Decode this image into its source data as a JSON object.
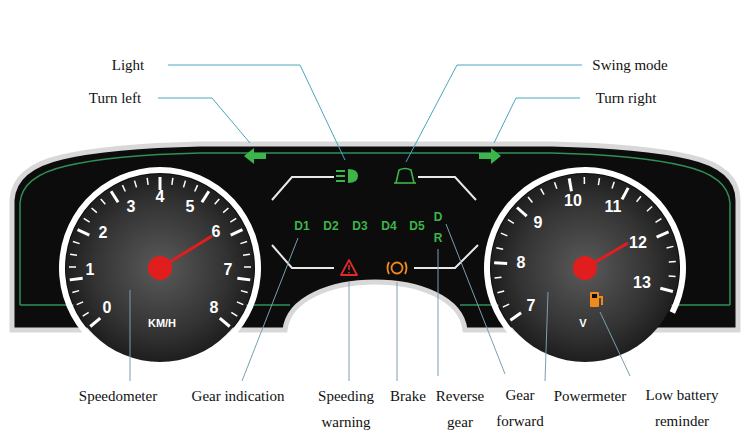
{
  "diagram": {
    "labels": [
      "Light",
      "Turn left",
      "Swing mode",
      "Turn right",
      "0",
      "1",
      "2",
      "3",
      "4",
      "5",
      "6",
      "7",
      "8",
      "KM/H",
      "D1",
      "D2",
      "D3",
      "D4",
      "D5",
      "D",
      "R",
      "7",
      "8",
      "9",
      "10",
      "11",
      "12",
      "13",
      "V",
      "Speedometer",
      "Gear indication",
      "Speeding warning",
      "Brake",
      "Reverse gear",
      "Gear forward",
      "Powermeter",
      "Low battery reminder"
    ]
  }
}
